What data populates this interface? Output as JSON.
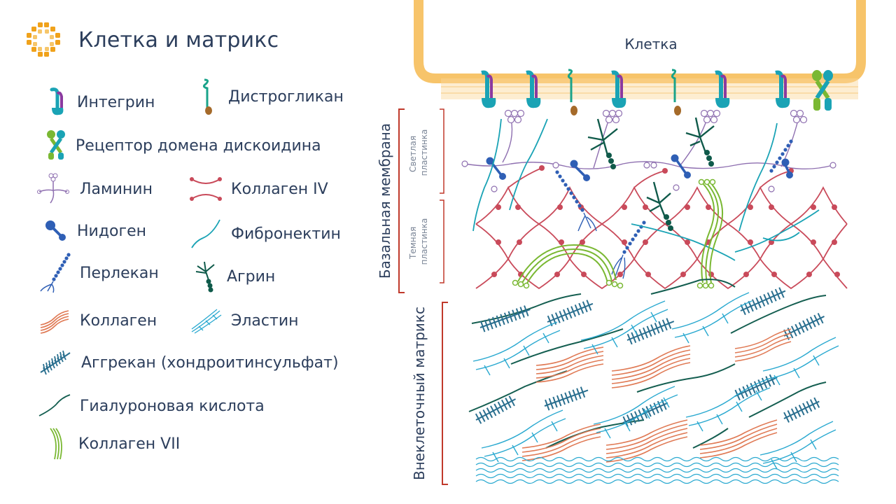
{
  "title": "Клетка и матрикс",
  "legend": [
    {
      "icon": "integrin-icon",
      "label": "Интегрин"
    },
    {
      "icon": "dystroglycan-icon",
      "label": "Дистрогликан"
    },
    {
      "icon": "discoidin-receptor-icon",
      "label": "Рецептор домена дискоидина"
    },
    {
      "icon": "laminin-icon",
      "label": "Ламинин"
    },
    {
      "icon": "collagen-iv-icon",
      "label": "Коллаген IV"
    },
    {
      "icon": "nidogen-icon",
      "label": "Нидоген"
    },
    {
      "icon": "fibronectin-icon",
      "label": "Фибронектин"
    },
    {
      "icon": "perlecan-icon",
      "label": "Перлекан"
    },
    {
      "icon": "agrin-icon",
      "label": "Агрин"
    },
    {
      "icon": "collagen-icon",
      "label": "Коллаген"
    },
    {
      "icon": "elastin-icon",
      "label": "Эластин"
    },
    {
      "icon": "aggrecan-icon",
      "label": "Аггрекан (хондроитинсульфат)"
    },
    {
      "icon": "hyaluronic-acid-icon",
      "label": "Гиалуроновая кислота"
    },
    {
      "icon": "collagen-vii-icon",
      "label": "Коллаген VII"
    }
  ],
  "diagram": {
    "cell_label": "Клетка",
    "basement_membrane_label": "Базальная мембрана",
    "lamina_lucida_label": [
      "Светлая",
      "пластинка"
    ],
    "lamina_densa_label": [
      "Темная",
      "пластинка"
    ],
    "ecm_label": "Внеклеточный матрикс"
  },
  "colors": {
    "text": "#2c3e5c",
    "bracket": "#c0392b",
    "cell_membrane": "#f7c46a",
    "collagen_iv": "#c94a5a",
    "laminin": "#8e6fb0",
    "nidogen": "#2f5fb5",
    "fibronectin": "#1aa3b5",
    "agrin": "#0f5a4a",
    "collagen": "#e07a55",
    "elastin": "#2aa9d0",
    "aggrecan": "#2a6f8f",
    "hyaluronic_acid": "#145e50",
    "collagen_vii": "#7ab833"
  }
}
